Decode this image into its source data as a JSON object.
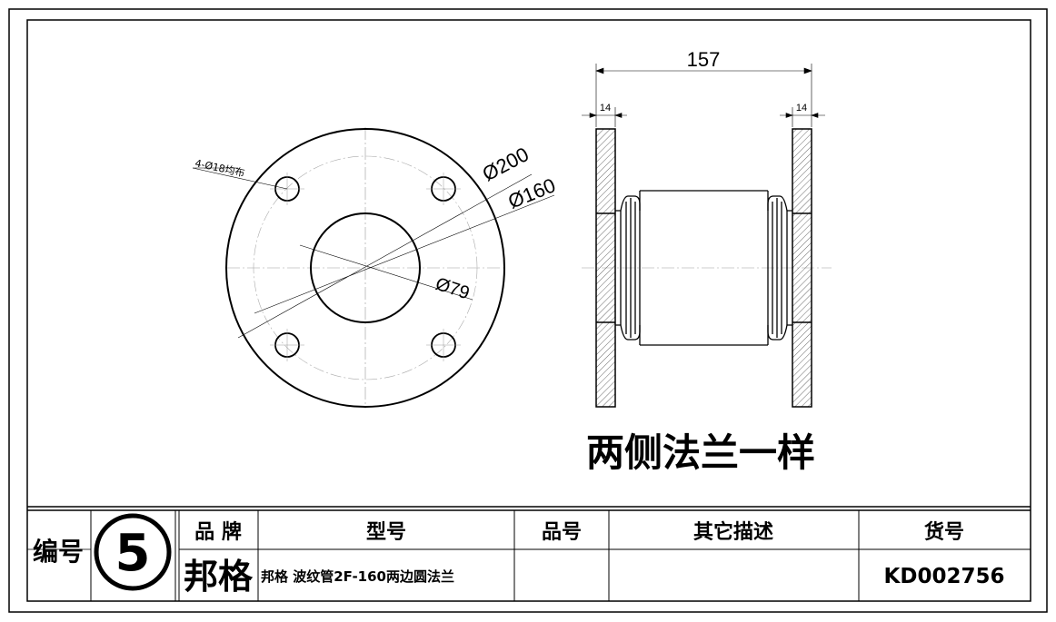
{
  "drawing": {
    "note_holes": "4-Ø18均布",
    "dim_od": "Ø200",
    "dim_pcd": "Ø160",
    "dim_bore": "Ø79",
    "dim_length": "157",
    "dim_flange_left": "14",
    "dim_flange_right": "14",
    "caption": "两侧法兰一样"
  },
  "title_block": {
    "number_label": "编号",
    "number_value": "5",
    "headers": {
      "brand": "品 牌",
      "model": "型号",
      "item_no": "品号",
      "description": "其它描述",
      "goods_no": "货号"
    },
    "values": {
      "brand": "邦格",
      "model": "邦格 波纹管2F-160两边圆法兰",
      "item_no": "",
      "description": "",
      "goods_no": "KD002756"
    }
  }
}
